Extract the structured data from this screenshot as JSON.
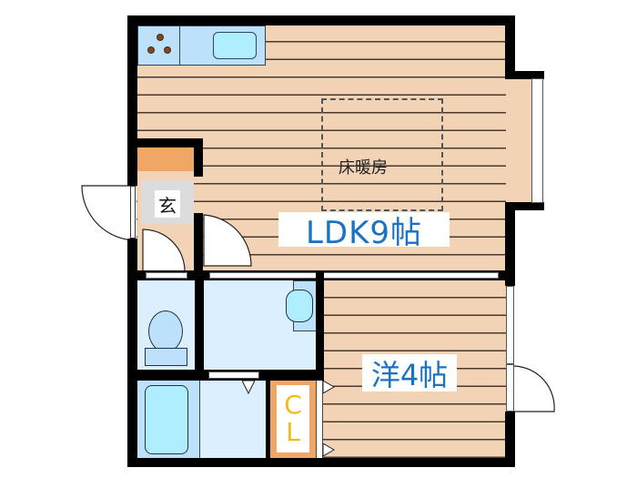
{
  "floorplan": {
    "rooms": {
      "ldk": {
        "label": "LDK9帖",
        "floor_heating_label": "床暖房"
      },
      "western": {
        "label": "洋4帖"
      },
      "entrance": {
        "label": "玄"
      },
      "closet": {
        "label_line1": "C",
        "label_line2": "L"
      }
    },
    "colors": {
      "wall": "#000000",
      "wood_floor": "#f2d3b5",
      "wet_area": "#dcefff",
      "fixture_blue": "#bde0fb",
      "water_blue": "#aeeeff",
      "shoe_box": "#f0a766",
      "entrance_gray": "#dcdcdc",
      "label_blue": "#1a72c4",
      "closet_label": "#f2bb1a"
    }
  }
}
